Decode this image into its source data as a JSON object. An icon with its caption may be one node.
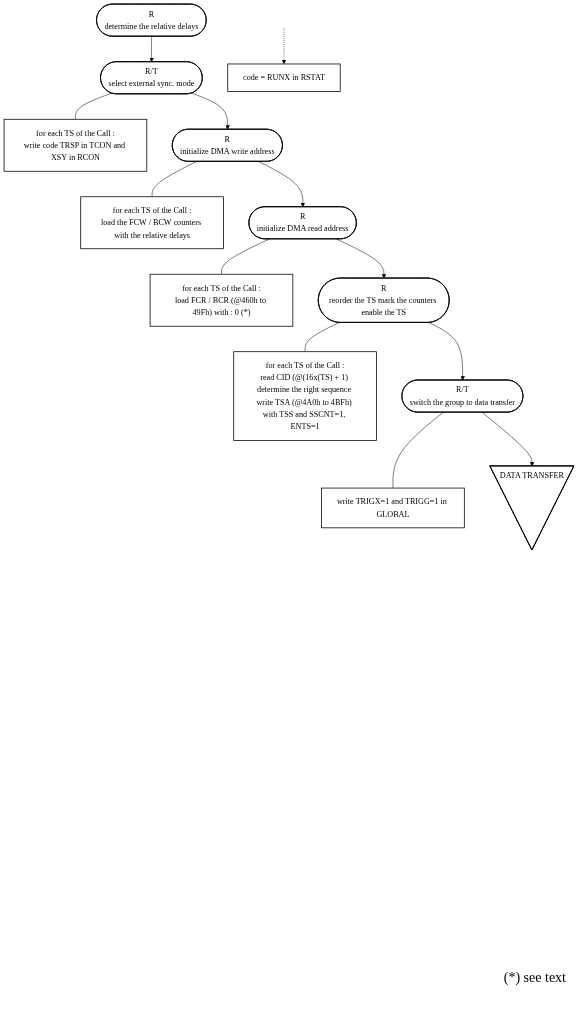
{
  "diagram": {
    "nodes": [
      {
        "text": [
          "R",
          "determine the relative delays"
        ]
      },
      {
        "text": [
          "R/T",
          "select external sync. mode"
        ]
      },
      {
        "text": [
          "for each TS of the Call :",
          "write code TRSP in TCON and XSY in RCON"
        ]
      },
      {
        "text": [
          "R",
          "initialize DMA write address"
        ]
      },
      {
        "text": [
          "for each TS of the Call :",
          "load the FCW / BCW counters with the relative delays"
        ]
      },
      {
        "text": [
          "R",
          "initialize DMA read address"
        ]
      },
      {
        "text": [
          "for each TS of the Call :",
          "load FCR / BCR (@460h to 49Fh) with : 0 (*)"
        ]
      },
      {
        "text": [
          "R",
          "reorder the TS mark the counters enable the TS"
        ]
      },
      {
        "text": [
          "for each TS of the Call :",
          "read CID (@(16x(TS) + 1) determine the right sequence write TSA (@4A0h to 4BFh) with TSS and SSCNT=1, ENTS=1"
        ]
      },
      {
        "text": [
          "R/T",
          "switch the group to data transfer"
        ]
      },
      {
        "text": [
          "write TRIGX=1 and TRIGG=1 in GLOBAL"
        ]
      },
      {
        "text": [
          "code = RUNX in RSTAT"
        ]
      },
      {
        "text": [
          "DATA TRANSFER"
        ]
      }
    ],
    "edges": [
      {
        "from": 0,
        "to": 1,
        "arrow": "to"
      },
      {
        "from": 1,
        "to": 2,
        "arrow": "none"
      },
      {
        "from": 1,
        "to": 3,
        "arrow": "to"
      },
      {
        "from": 3,
        "to": 4,
        "arrow": "none"
      },
      {
        "from": 3,
        "to": 5,
        "arrow": "to"
      },
      {
        "from": 5,
        "to": 6,
        "arrow": "none"
      },
      {
        "from": 5,
        "to": 7,
        "arrow": "to"
      },
      {
        "from": 7,
        "to": 8,
        "arrow": "none"
      },
      {
        "from": 7,
        "to": 9,
        "arrow": "to"
      },
      {
        "from": 9,
        "to": 10,
        "arrow": "none"
      },
      {
        "from": null,
        "to": 11,
        "arrow": "to",
        "style": "dashed"
      },
      {
        "from": 9,
        "to": 12,
        "arrow": "to"
      }
    ],
    "labels": [
      "(*) see text"
    ]
  }
}
